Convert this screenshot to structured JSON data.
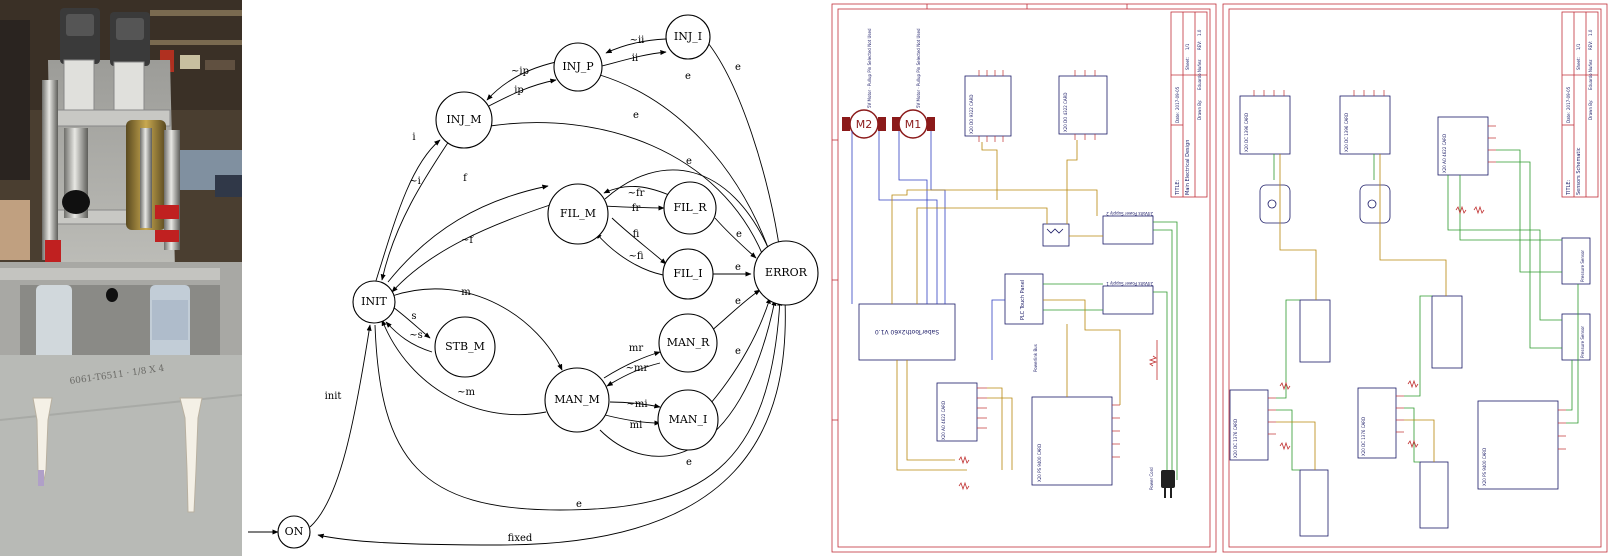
{
  "photo": {
    "description_icon": "syringe-pump-photo"
  },
  "fsm": {
    "states": {
      "on": "ON",
      "init": "INIT",
      "inj_m": "INJ_M",
      "inj_p": "INJ_P",
      "inj_i": "INJ_I",
      "fil_m": "FIL_M",
      "fil_r": "FIL_R",
      "fil_i": "FIL_I",
      "stb_m": "STB_M",
      "man_r": "MAN_R",
      "man_m": "MAN_M",
      "man_i": "MAN_I",
      "error": "ERROR"
    },
    "edges": {
      "init": "init",
      "i": "i",
      "not_i": "~i",
      "ip": "ip",
      "not_ip": "~ip",
      "ii": "ii",
      "not_ii": "~ii",
      "f": "f",
      "not_f": "~f",
      "fr": "fr",
      "not_fr": "~fr",
      "fi": "fi",
      "not_fi": "~fi",
      "s": "s",
      "not_s": "~s",
      "m": "m",
      "not_m": "~m",
      "mr": "mr",
      "not_mr": "~mr",
      "mi": "mi",
      "not_mi": "~mi",
      "e": "e",
      "fixed": "fixed"
    }
  },
  "schematic1": {
    "title_label": "TITLE:",
    "title": "Main Electrical Design",
    "drawn_by_label": "Drawn By:",
    "drawn_by": "Eduardo Nuñez",
    "date_label": "Date:",
    "date": "2017-09-05",
    "rev_label": "REV:",
    "rev": "1.0",
    "sheet_label": "Sheet:",
    "sheet": "1/1",
    "m2": "M2",
    "m1": "M1",
    "m2_note": "5V Motor · Pullup Pin Selected Not Used",
    "m1_note": "5V Motor · Pullup Pin Selected Not Used",
    "card_c6": "X20 DO 9322 CARD",
    "card_c5": "X20 DO 4322 CARD",
    "card_c4": "X20 AO 4622 CARD",
    "card_c1": "X20 PS 9400 CARD",
    "controller": "SaberTooth2x60 V1.0",
    "psu2": "24Volts Power Supply 2",
    "psu1": "24Volts Power Supply 1",
    "panel": "PLC Touch Panel",
    "powerlink": "Powerlink Bus",
    "plug": "Power Cord"
  },
  "schematic2": {
    "title_label": "TITLE:",
    "title": "Sensors Schematic",
    "drawn_by_label": "Drawn By:",
    "drawn_by": "Eduardo Nuñez",
    "date_label": "Date:",
    "date": "2017-09-05",
    "rev_label": "REV:",
    "rev": "1.0",
    "sheet_label": "Sheet:",
    "sheet": "1/1",
    "card_c8": "X20 DC 1396 CARD",
    "card_c9": "X20 DC 1396 CARD",
    "card_c3": "X20 AO 4622 CARD",
    "card_c5b": "X20 DC 1376 CARD",
    "card_c7": "X20 DC 1376 CARD",
    "card_c1b": "X20 PS 9400 CARD",
    "sensor_a": "Pressure Sensor",
    "sensor_b": "Pressure Sensor"
  },
  "colors": {
    "frame": "#c0303a",
    "wire_green": "#2d9a2d",
    "wire_blue": "#3040c0",
    "wire_orange": "#b8860b",
    "block": "#1a1a66"
  }
}
